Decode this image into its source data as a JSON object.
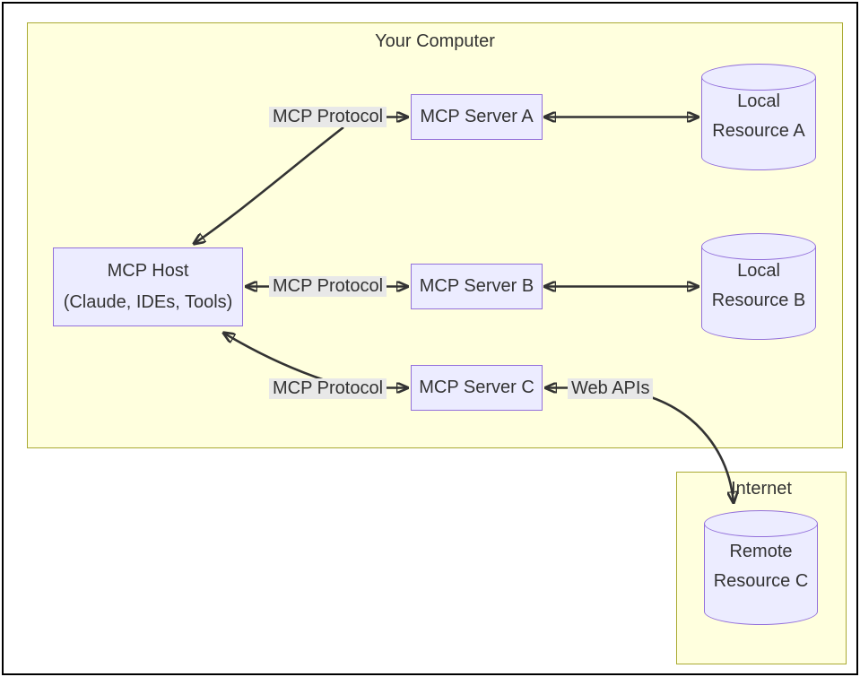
{
  "diagram": {
    "clusters": {
      "your_computer": {
        "title": "Your Computer"
      },
      "internet": {
        "title": "Internet"
      }
    },
    "nodes": {
      "host": {
        "line1": "MCP Host",
        "line2": "(Claude, IDEs, Tools)"
      },
      "server_a": {
        "label": "MCP Server A"
      },
      "server_b": {
        "label": "MCP Server B"
      },
      "server_c": {
        "label": "MCP Server C"
      },
      "local_a": {
        "line1": "Local",
        "line2": "Resource A"
      },
      "local_b": {
        "line1": "Local",
        "line2": "Resource B"
      },
      "remote_c": {
        "line1": "Remote",
        "line2": "Resource C"
      }
    },
    "edge_labels": {
      "protocol_a": "MCP Protocol",
      "protocol_b": "MCP Protocol",
      "protocol_c": "MCP Protocol",
      "web_apis": "Web APIs"
    },
    "colors": {
      "node_fill": "#ECECFF",
      "node_border": "#9370DB",
      "cluster_fill": "#ffffde",
      "cluster_border": "#aaaa33",
      "edge": "#333333",
      "edge_label_bg": "#e8e8e8",
      "text": "#333333",
      "frame": "#000000"
    }
  }
}
